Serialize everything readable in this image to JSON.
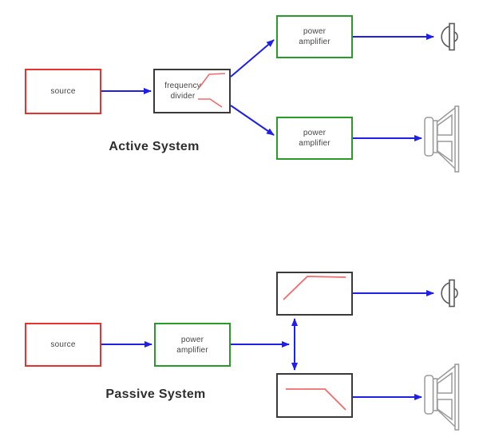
{
  "figure": {
    "type": "block-diagram",
    "description_visible": false
  },
  "colors": {
    "background": "#ffffff",
    "source_box_border": "#e8322e",
    "amplifier_box_border": "#2a9b2a",
    "filter_box_border": "#3a3a3a",
    "signal_arrow": "#1f1fe8",
    "filter_curve": "#f26b6b",
    "tweeter_icon_stroke": "#5a5a5a",
    "woofer_icon_stroke": "#9a9a9a",
    "label_text": "#444444",
    "title_text": "#2e2e2e"
  },
  "active_system": {
    "title": "Active System",
    "source_label": "source",
    "frequency_divider_label": "frequency\ndivider",
    "power_amplifier_top_label": "power\namplifier",
    "power_amplifier_bottom_label": "power\namplifier",
    "divider_curve_icons": [
      "high-pass-response-curve",
      "low-pass-response-curve"
    ],
    "output_icons": [
      "tweeter-speaker-icon",
      "woofer-speaker-icon"
    ]
  },
  "passive_system": {
    "title": "Passive System",
    "source_label": "source",
    "power_amplifier_label": "power\namplifier",
    "high_pass_filter_icon": "high-pass-response-curve",
    "low_pass_filter_icon": "low-pass-response-curve",
    "output_icons": [
      "tweeter-speaker-icon",
      "woofer-speaker-icon"
    ]
  }
}
